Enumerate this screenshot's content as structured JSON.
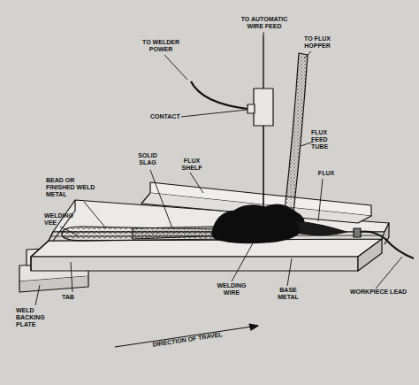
{
  "diagram": {
    "labels": [
      "TO AUTOMATIC WIRE FEED",
      "TO WELDER POWER",
      "TO FLUX HOPPER",
      "CONTACT",
      "FLUX FEED TUBE",
      "SOLID SLAG",
      "FLUX SHELF",
      "FLUX",
      "BEAD OR FINISHED WELD METAL",
      "WELDING VEE",
      "TAB",
      "WELD BACKING PLATE",
      "WELDING WIRE",
      "BASE METAL",
      "WORKPIECE LEAD",
      "DIRECTION OF TRAVEL"
    ]
  }
}
